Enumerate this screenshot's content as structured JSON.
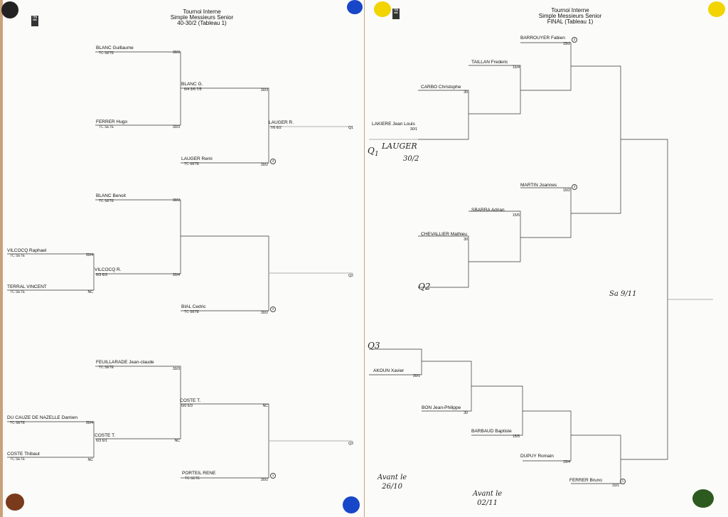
{
  "left": {
    "logo": [
      "TEN",
      "NIS"
    ],
    "title": [
      "Tournoi Interne",
      "Simple Messieurs Senior",
      "40-30/2 (Tableau 1)"
    ],
    "players": [
      {
        "name": "BLANC Guillaume",
        "club": "TC SETE",
        "rank": "30/3"
      },
      {
        "name": "FERRER Hugo",
        "club": "TC SETE",
        "rank": "30/3"
      },
      {
        "name": "LAUGER Remi",
        "club": "TC SETE",
        "rank": "30/2",
        "seed": "3"
      },
      {
        "name": "BLANC Benoit",
        "club": "TC SETE",
        "rank": "30/3"
      },
      {
        "name": "VILCOCQ Raphael",
        "club": "TC SETE",
        "rank": "30/4"
      },
      {
        "name": "TERRAL VINCENT",
        "club": "TC SETE",
        "rank": "NC"
      },
      {
        "name": "BIAL Cedric",
        "club": "TC SETE",
        "rank": "30/2",
        "seed": "2"
      },
      {
        "name": "FEUILLARADE Jean-claude",
        "club": "TC SETE",
        "rank": "30/3"
      },
      {
        "name": "DU CAUZE DE NAZELLE Damien",
        "club": "TC SETE",
        "rank": "30/4"
      },
      {
        "name": "COSTE Thibaut",
        "club": "TC SETE",
        "rank": "NC"
      },
      {
        "name": "PORTEIL RENE",
        "club": "TC SETE",
        "rank": "30/2",
        "seed": "1"
      }
    ],
    "winners": [
      {
        "name": "BLANC G.",
        "score": "6/4 3/6 7/5",
        "rank": "30/3"
      },
      {
        "name": "LAUGER R.",
        "score": "7/6 6/2"
      },
      {
        "name": "VILCOCQ R.",
        "score": "6/3 6/3",
        "rank": "30/4"
      },
      {
        "name": "COSTE T.",
        "score": "6/0 6/3",
        "rank": "NC"
      },
      {
        "name": "COSTE T.",
        "score": "6/3 6/1",
        "rank": "NC"
      }
    ],
    "slots": [
      "Q1",
      "Q2",
      "Q3"
    ]
  },
  "right": {
    "logo": [
      "TEN",
      "NIS"
    ],
    "title": [
      "Tournoi Interne",
      "Simple Messieurs Senior",
      "FINAL (Tableau 1)"
    ],
    "players": [
      {
        "name": "BARROUYER Fabien",
        "rank": "15/2",
        "seed": "2"
      },
      {
        "name": "TAILLAN Frederic",
        "rank": "15/4"
      },
      {
        "name": "CARBO Christophe",
        "rank": "30"
      },
      {
        "name": "LAKIERE Jean Louis",
        "rank": "30/1"
      },
      {
        "name": "MARTIN Joannes",
        "rank": "15/2",
        "seed": "3"
      },
      {
        "name": "SBARRA Adrian",
        "rank": "15/5"
      },
      {
        "name": "CHEVALLIER Mathieu",
        "rank": "30"
      },
      {
        "name": "AKOUN Xavier",
        "rank": "30/1"
      },
      {
        "name": "BON Jean-Philippe",
        "rank": "30"
      },
      {
        "name": "BARBAUD Baptiste",
        "rank": "15/5"
      },
      {
        "name": "DUPUY Romain",
        "rank": "15/4"
      },
      {
        "name": "FERRER Bruno",
        "rank": "15/1",
        "seed": "1"
      }
    ],
    "handwriting": {
      "q1": "Q",
      "q1_mark": "1",
      "lauger": "LAUGER",
      "lauger_rank": "30/2",
      "q2": "Q2",
      "q3": "Q3",
      "date": "Sa 9/11",
      "note1": [
        "Avant le",
        "26/10"
      ],
      "note2": [
        "Avant le",
        "02/11"
      ]
    }
  },
  "colors": {
    "board": "#c9a27a",
    "paper": "#fbfbf9",
    "pin_blue": "#1846c8",
    "pin_yellow": "#f2d400",
    "pin_brown": "#7a3a1c",
    "pin_green": "#2d5a1f"
  }
}
